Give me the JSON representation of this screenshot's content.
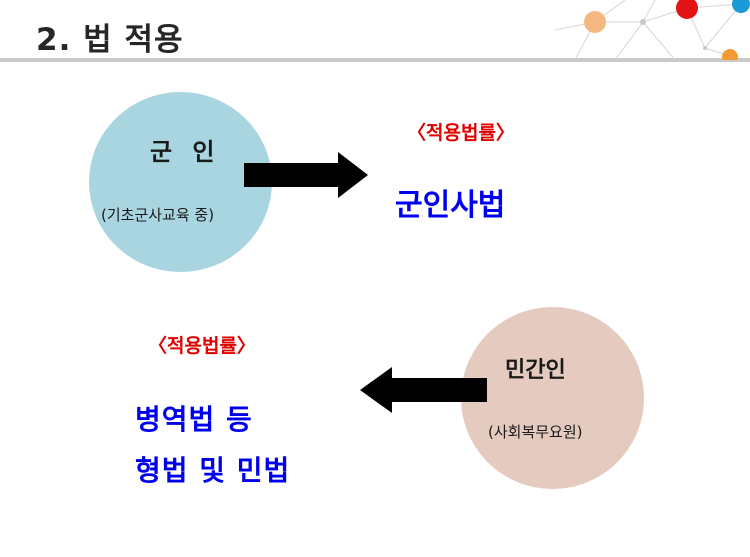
{
  "header": {
    "title": "2. 법 적용"
  },
  "military": {
    "label": "군 인",
    "sublabel": "(기초군사교육 중)",
    "law_label": "〈적용법률〉",
    "law": "군인사법"
  },
  "civilian": {
    "label": "민간인",
    "sublabel": "(사회복무요원)",
    "law_label": "〈적용법률〉",
    "law_line1": "병역법 등",
    "law_line2": "형법 및 민법"
  },
  "colors": {
    "military_circle": "#a9d5e0",
    "civilian_circle": "#e4cabf",
    "law_label": "#e00000",
    "law": "#0000ee",
    "arrow": "#000000"
  }
}
